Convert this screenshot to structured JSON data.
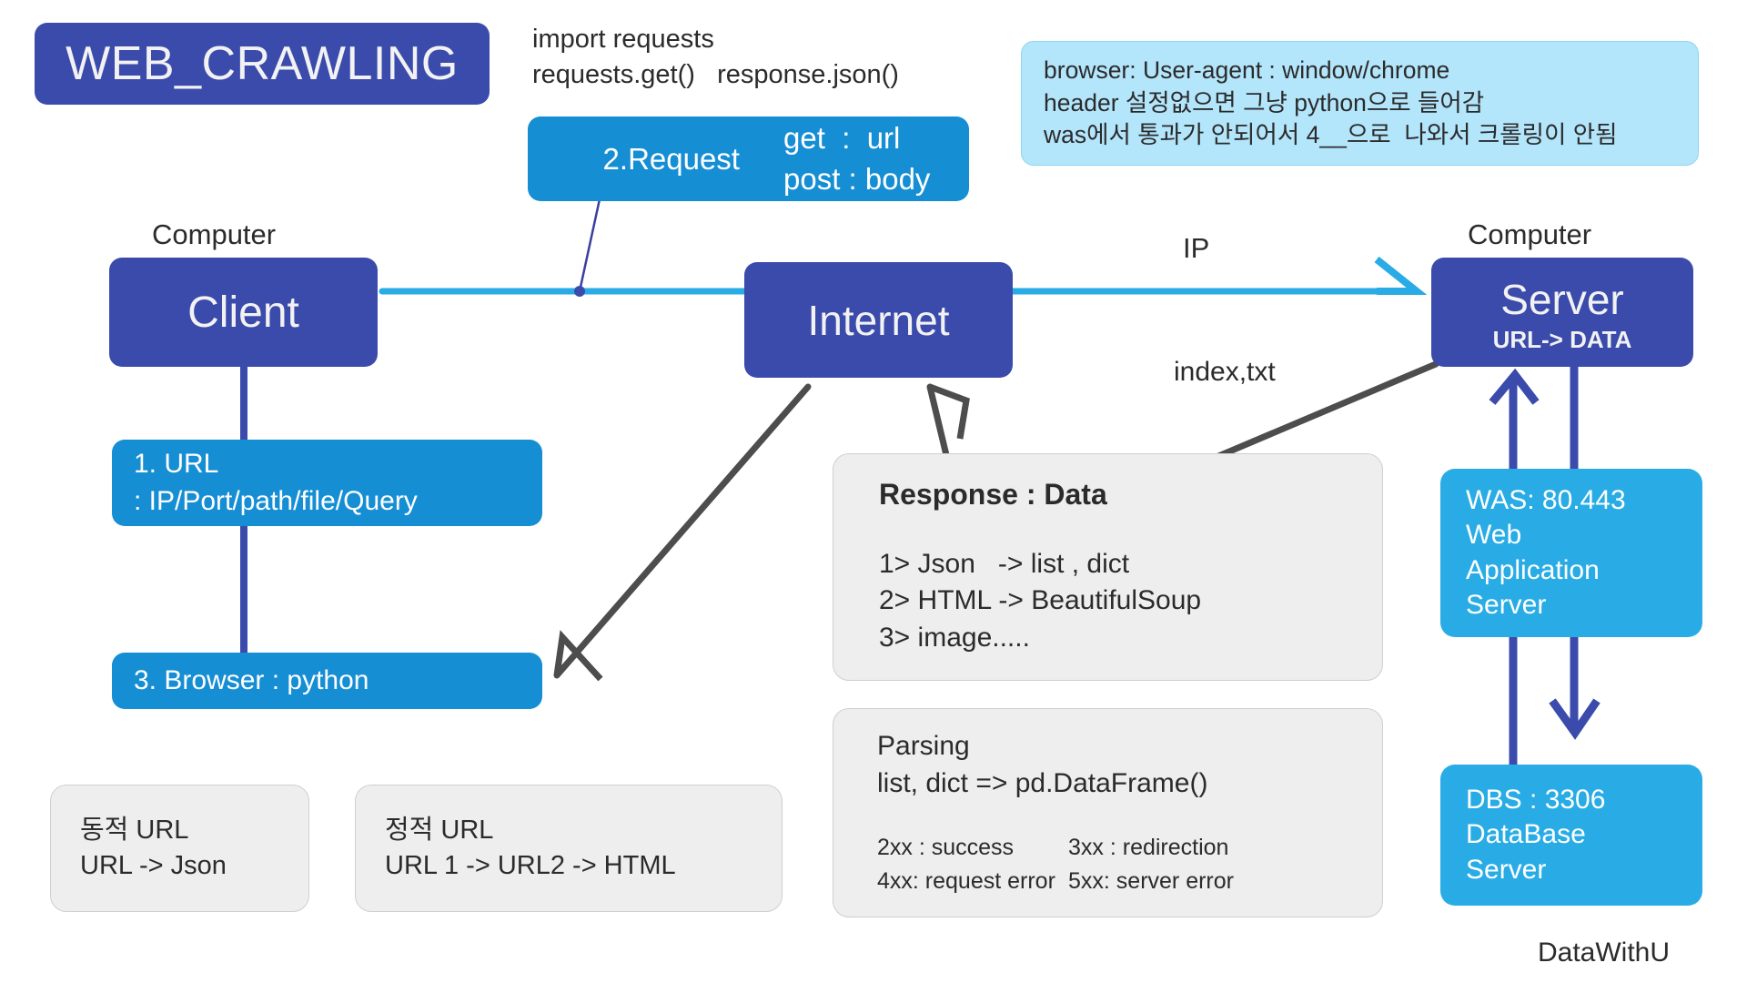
{
  "title": {
    "text": "WEB_CRAWLING"
  },
  "code_note": {
    "line1": "import requests",
    "line2": "requests.get()   response.json()"
  },
  "request": {
    "label": "2.Request",
    "method_get": "get  :  url",
    "method_post": "post : body"
  },
  "browser_note": {
    "line1": "browser: User-agent : window/chrome",
    "line2": "header 설정없으면 그냥 python으로 들어감",
    "line3": "was에서 통과가 안되어서 4__으로  나와서 크롤링이 안됨"
  },
  "nodes": {
    "computer_left_label": "Computer",
    "computer_right_label": "Computer",
    "client": "Client",
    "internet": "Internet",
    "server": "Server",
    "server_sub": "URL-> DATA"
  },
  "wire_labels": {
    "ip": "IP",
    "index": "index,txt"
  },
  "url_box": {
    "line1": "1. URL",
    "line2": ": IP/Port/path/file/Query"
  },
  "browser_box": {
    "line1": "3. Browser : python"
  },
  "response": {
    "title": "Response  :  Data",
    "items": [
      "1> Json   -> list , dict",
      "2> HTML -> BeautifulSoup",
      "3> image....."
    ]
  },
  "parsing": {
    "title": "Parsing",
    "subtitle": "list, dict => pd.DataFrame()",
    "status_codes": [
      {
        "left": "2xx : success",
        "right": "3xx : redirection"
      },
      {
        "left": "4xx: request error",
        "right": "5xx: server error"
      }
    ]
  },
  "dynamic_url": {
    "line1": "동적 URL",
    "line2": "URL -> Json"
  },
  "static_url": {
    "line1": "정적 URL",
    "line2": "URL 1 -> URL2 -> HTML"
  },
  "was": {
    "line1": "WAS: 80.443",
    "line2": "Web",
    "line3": "Application",
    "line4": "Server"
  },
  "dbs": {
    "line1": "DBS : 3306",
    "line2": "DataBase",
    "line3": "Server"
  },
  "footer": {
    "text": "DataWithU"
  },
  "colors": {
    "dark_blue": "#3b4bab",
    "blue": "#168ed4",
    "light_blue": "#29ace5",
    "cyan_note": "#b3e5fb",
    "gray_note": "#eeeeee",
    "arrow_gray": "#4d4d4d",
    "arrow_cyan": "#29ace5",
    "arrow_navy": "#3b4bab"
  }
}
